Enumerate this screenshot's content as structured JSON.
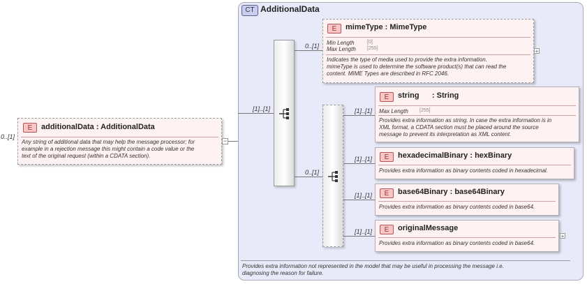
{
  "root": {
    "cardinality": "0..[1]",
    "badge": "E",
    "name": "additionalData",
    "type": ": AdditionalData",
    "doc": [
      "Any string of additional data that may help the message processor; for",
      "example in a rejection message this might contain a code value or the",
      "text of the original request (within a CDATA section)."
    ],
    "toggle": "−"
  },
  "complex_type": {
    "badge": "CT",
    "name": "AdditionalData",
    "doc": [
      "Provides extra information not represented in the model that may be useful in processing the message i.e.",
      "diagnosing the reason for failure."
    ]
  },
  "sequence_card": "[1]..[1]",
  "mime": {
    "cardinality": "0..[1]",
    "badge": "E",
    "name": "mimeType",
    "type": ": MimeType",
    "facets": [
      {
        "label": "Min Length",
        "value": "[0]"
      },
      {
        "label": "Max Length",
        "value": "[255]"
      }
    ],
    "doc": [
      "Indicates the type of media used to provide the extra information.",
      "mimeType is used to determine the software product(s) that can read the",
      "content. MIME Types are described in RFC 2046."
    ],
    "toggle": "+"
  },
  "choice_card": "0..[1]",
  "choices": [
    {
      "cardinality": "[1]..[1]",
      "badge": "E",
      "name": "string",
      "type": ": String",
      "facets": [
        {
          "label": "Max Length",
          "value": "[255]"
        }
      ],
      "doc": [
        "Provides extra information as string. In case the extra information is in",
        "XML format, a CDATA section must be placed around the source",
        "message to prevent its interpretation as XML content."
      ]
    },
    {
      "cardinality": "[1]..[1]",
      "badge": "E",
      "name": "hexadecimalBinary",
      "type": ": hexBinary",
      "doc": [
        "Provides extra information as binary contents coded in hexadecimal."
      ]
    },
    {
      "cardinality": "[1]..[1]",
      "badge": "E",
      "name": "base64Binary",
      "type": ": base64Binary",
      "doc": [
        "Provides extra information as binary contents coded in base64."
      ]
    },
    {
      "cardinality": "[1]..[1]",
      "badge": "E",
      "name": "originalMessage",
      "type": "",
      "doc": [
        "Provides extra information as binary contents coded in base64."
      ],
      "toggle": "+"
    }
  ]
}
